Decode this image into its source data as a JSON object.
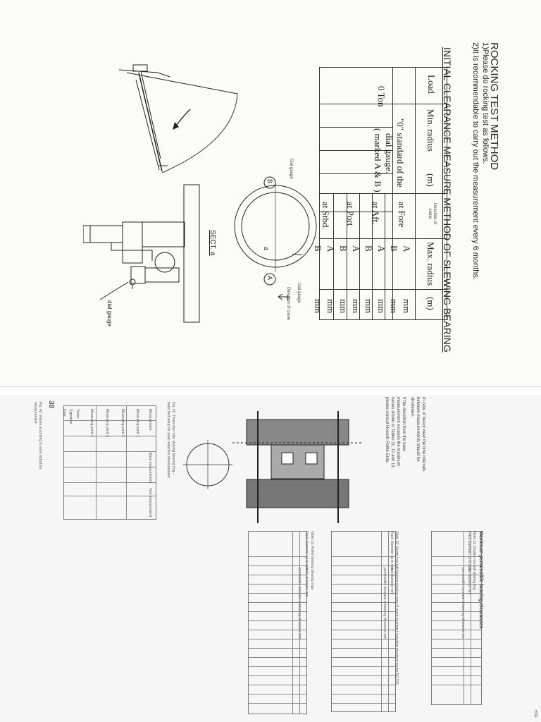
{
  "top": {
    "title": "ROCKING TEST METHOD",
    "instruction1": "1)Please do rocking test as follows.",
    "instruction2": "2)It is recommendable to carry out the measurement every 6 months.",
    "heading": "INITIAL CLEARANCE MEASURE METHOD OF SLEWING BEARING",
    "table": {
      "col_load": "Load",
      "col_min": "Min. radius",
      "col_unit": "(m)",
      "col_direction": "Direction of crane",
      "col_max": "Max. radius",
      "col_unit2": "(m)",
      "load_value": "0 Ton",
      "standard_line1": "\"0\" standard of the",
      "standard_line2": "dial gauge.",
      "standard_line3": "( marked A & B )",
      "rows": [
        {
          "dir": "at Fore",
          "mark": "A",
          "unit": "mm"
        },
        {
          "dir": "",
          "mark": "B",
          "unit": "mm"
        },
        {
          "dir": "at Aft.",
          "mark": "A",
          "unit": "mm"
        },
        {
          "dir": "",
          "mark": "B",
          "unit": "mm"
        },
        {
          "dir": "at Port",
          "mark": "A",
          "unit": "mm"
        },
        {
          "dir": "",
          "mark": "B",
          "unit": "mm"
        },
        {
          "dir": "at Stbd.",
          "mark": "A",
          "unit": "mm"
        },
        {
          "dir": "",
          "mark": "B",
          "unit": "mm"
        }
      ]
    },
    "diagram": {
      "dial_gauge_top": "Dial gauge",
      "dial_gauge_right": "Dial gauge",
      "direction_label": "Direction of crane",
      "mark_a": "A",
      "mark_b": "B",
      "a_label": "a",
      "section_label": "SECT. a",
      "dial_gauge_bottom": "dial gauge"
    }
  },
  "bottom": {
    "intro1": "In case of heavy wear the time intervals",
    "intro2": "between measurements should be",
    "intro3": "shortened.",
    "intro4": "If the deviation from the base",
    "intro5": "measurement exceeds the maximum",
    "intro6": "values shown in Tables 11, 12 and 13,",
    "intro7": "please consult Hoesch Rothe Erde.",
    "fig41_caption1": "Fig. 41: Three-row roller slewing bearing ring –",
    "fig41_caption2": "basic test setup for axial reduction measurement",
    "fig42_caption1": "Fig. 42: Values according to axial reduction",
    "fig42_caption2": "measurement",
    "page_number": "38",
    "measurement_table": {
      "header": [
        "Measurement",
        "Base measurement",
        "Test measurement"
      ],
      "rows": [
        "Measuring point 1",
        "Measuring point 2",
        "Measuring point 3",
        "Measuring point 4",
        "Tester",
        "Signature",
        "Date"
      ]
    },
    "right_title": "Maximum permissible bearing clearances",
    "table11_title": "Table 11: Double-row ball slewing ring",
    "table12_title": "Table 12: Single-row ball bearing slewing rings (4-point bearings) including standard series KD 210",
    "table13_title": "Table 13: Roller bearing slewing rings",
    "track_diameter": "Track diameter up to mm",
    "ball_diameter": "ball diameter mm",
    "roller_diameter": "roller diameter mm",
    "permissible": "permissible increase in bearing clearance mm",
    "edge_text": "HOE"
  }
}
